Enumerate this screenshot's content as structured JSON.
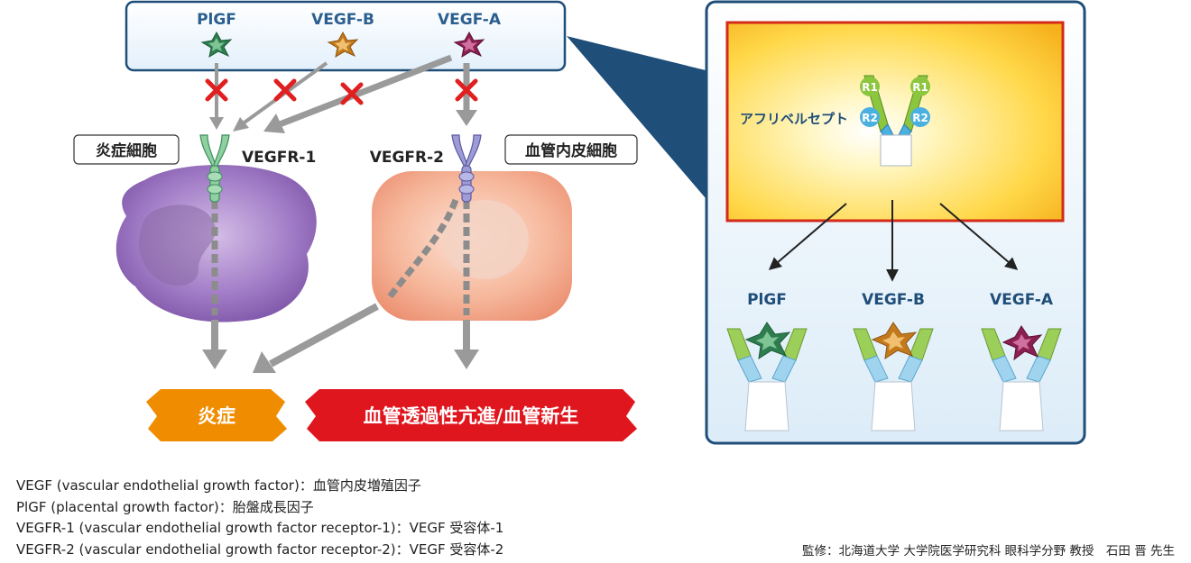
{
  "top_box": {
    "ligands": [
      {
        "label": "PlGF",
        "icon": "plgf-star-icon",
        "color": "#2e7d4f"
      },
      {
        "label": "VEGF-B",
        "icon": "vegfb-star-icon",
        "color": "#c47a1c"
      },
      {
        "label": "VEGF-A",
        "icon": "vegfa-star-icon",
        "color": "#8a2050"
      }
    ]
  },
  "cells": {
    "inflammatory_cell_label": "炎症細胞",
    "receptor1_label": "VEGFR-1",
    "receptor2_label": "VEGFR-2",
    "endothelial_cell_label": "血管内皮細胞"
  },
  "outcomes": {
    "inflammation": "炎症",
    "permeability_angiogenesis": "血管透過性亢進/血管新生"
  },
  "inset": {
    "drug_label": "アフリベルセプト",
    "domain_r1": "R1",
    "domain_r2": "R2",
    "bound_labels": [
      "PlGF",
      "VEGF-B",
      "VEGF-A"
    ]
  },
  "legend": [
    "VEGF (vascular endothelial growth factor)：血管内皮増殖因子",
    "PlGF (placental growth factor)：胎盤成長因子",
    "VEGFR-1 (vascular endothelial growth factor receptor-1)：VEGF 受容体-1",
    "VEGFR-2 (vascular endothelial growth factor receptor-2)：VEGF 受容体-2"
  ],
  "credit": "監修：北海道大学 大学院医学研究科 眼科学分野 教授　石田 晋 先生",
  "colors": {
    "navy": "#1f4e79",
    "label_blue": "#2a5f8f",
    "inflammation_orange": "#f08c00",
    "angiogenesis_red": "#e0161f",
    "block_red": "#e02020",
    "arrow_gray": "#9a9a9a",
    "r1_green": "#8cc63f",
    "r2_blue": "#4ab0e0"
  }
}
